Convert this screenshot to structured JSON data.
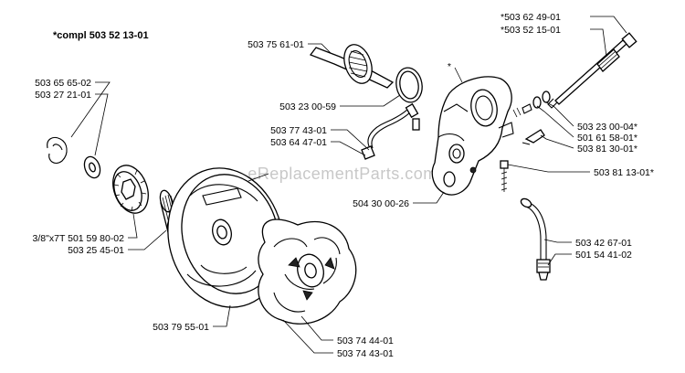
{
  "title": "*compl 503 52 13-01",
  "watermark": "eReplacementParts.com",
  "part_labels": {
    "p503_65_65_02": "503 65 65-02",
    "p503_27_21_01": "503 27 21-01",
    "p503_75_61_01": "503 75 61-01",
    "p503_23_00_59": "503 23 00-59",
    "p503_77_43_01": "503 77 43-01",
    "p503_64_47_01": "503 64 47-01",
    "p504_30_00_26": "504 30 00-26",
    "p503_62_49_01": "*503 62 49-01",
    "p503_52_15_01": "*503 52 15-01",
    "p503_23_00_04": "503 23 00-04*",
    "p501_61_58_01": "501 61 58-01*",
    "p503_81_30_01": "503 81 30-01*",
    "p503_81_13_01": "503 81 13-01*",
    "p501_59_80_02": "3/8\"x7T  501 59 80-02",
    "p503_25_45_01": "503 25 45-01",
    "p503_42_67_01": "503 42 67-01",
    "p501_54_41_02": "501 54 41-02",
    "p503_79_55_01": "503 79 55-01",
    "p503_74_44_01": "503 74 44-01",
    "p503_74_43_01": "503 74 43-01"
  },
  "asterisk_mark": "*"
}
